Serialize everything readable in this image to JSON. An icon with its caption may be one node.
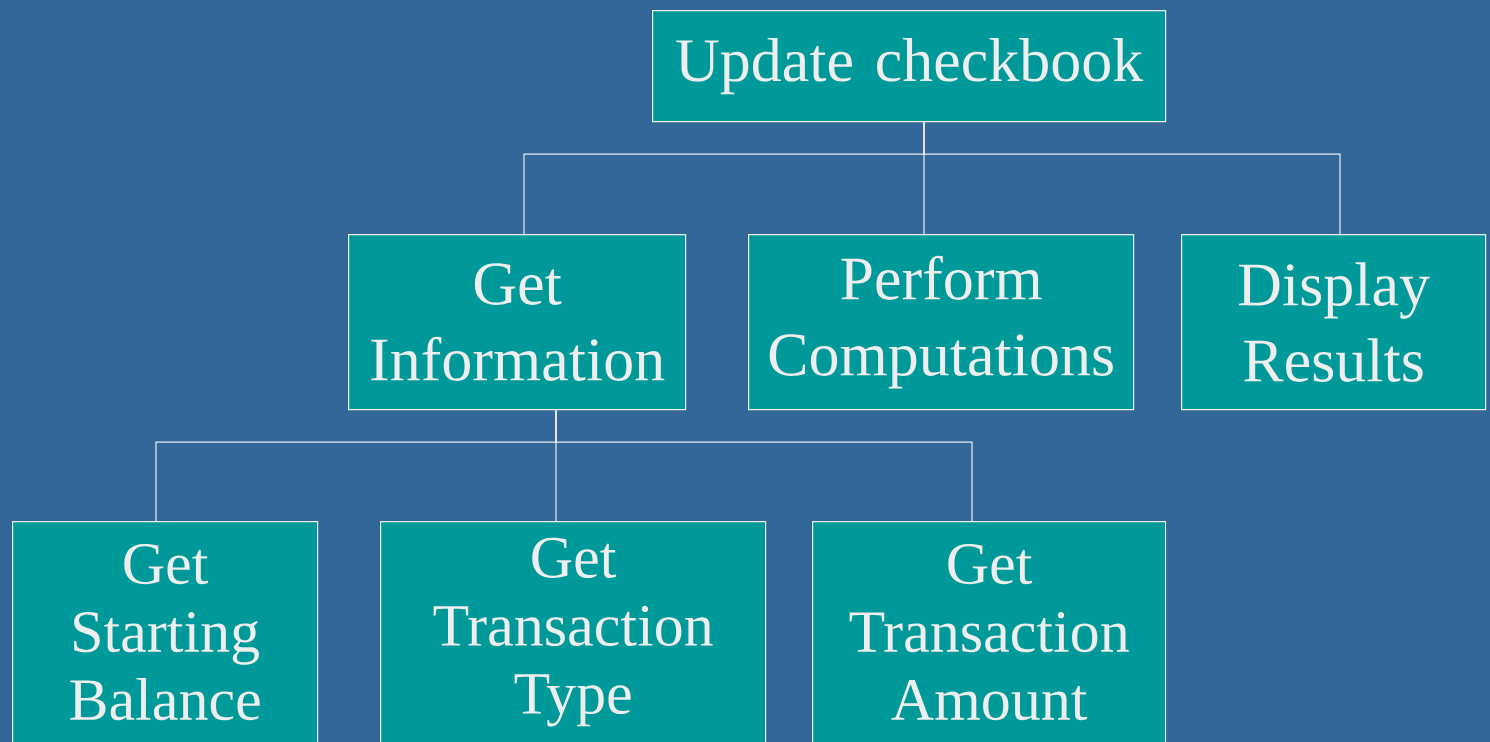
{
  "diagram": {
    "nodes": [
      {
        "text": [
          "Update checkbook"
        ]
      },
      {
        "text": [
          "Get Information"
        ]
      },
      {
        "text": [
          "Perform Computations"
        ]
      },
      {
        "text": [
          "Display Results"
        ]
      },
      {
        "text": [
          "Get Starting Balance"
        ]
      },
      {
        "text": [
          "Get Transaction Type"
        ]
      },
      {
        "text": [
          "Get Transaction Amount"
        ]
      }
    ],
    "edges": [
      {
        "from": 0,
        "to": 1,
        "arrow": "none"
      },
      {
        "from": 0,
        "to": 2,
        "arrow": "none"
      },
      {
        "from": 0,
        "to": 3,
        "arrow": "none"
      },
      {
        "from": 1,
        "to": 4,
        "arrow": "none"
      },
      {
        "from": 1,
        "to": 5,
        "arrow": "none"
      },
      {
        "from": 1,
        "to": 6,
        "arrow": "none"
      }
    ]
  }
}
